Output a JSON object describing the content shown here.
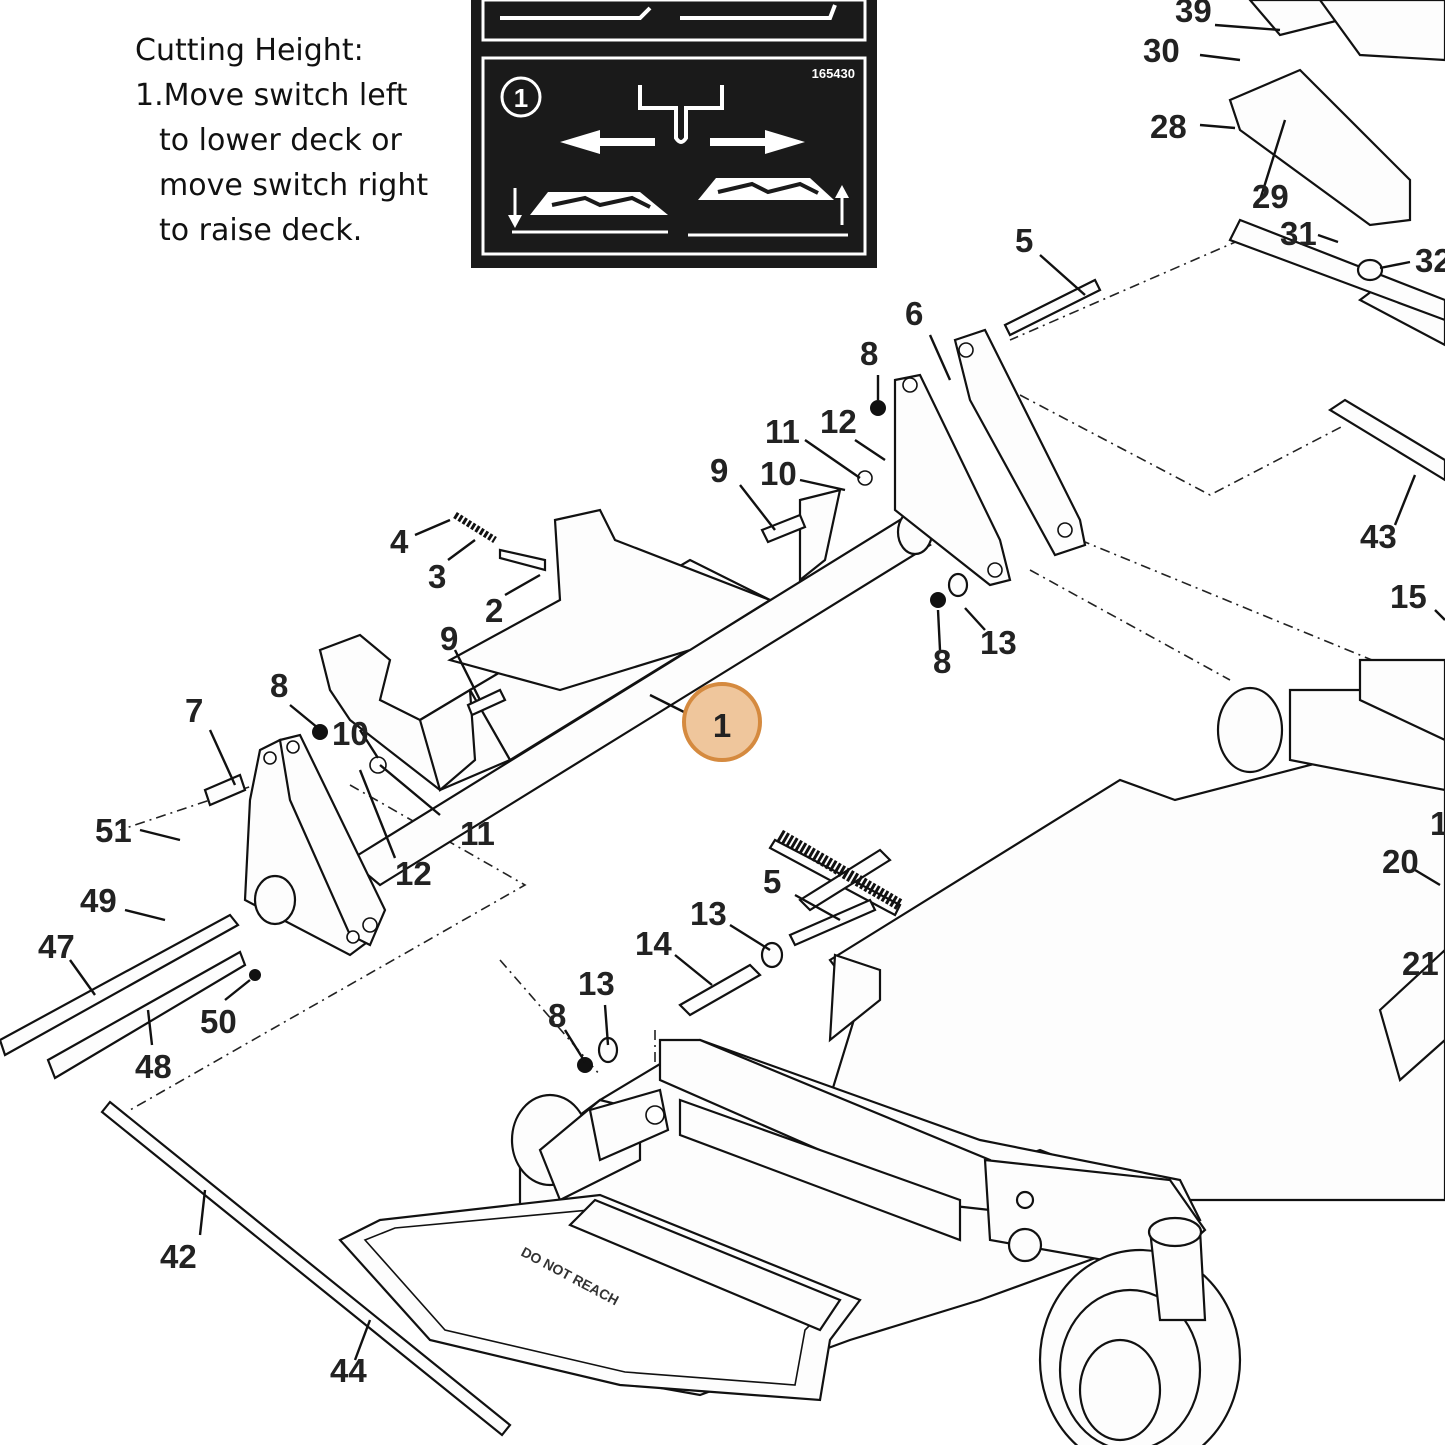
{
  "instructions": {
    "title": "Cutting Height:",
    "step_number": "1.",
    "lines": [
      "Move switch left",
      "to lower deck or",
      "move switch right",
      "to raise deck."
    ]
  },
  "decal": {
    "code": "165430",
    "step_badge": "1"
  },
  "deck_warning": "DO NOT REACH",
  "highlight": {
    "label": "1",
    "color": "#e8a060"
  },
  "callouts": [
    "39",
    "30",
    "28",
    "29",
    "31",
    "32",
    "5",
    "6",
    "8",
    "11",
    "12",
    "9",
    "10",
    "4",
    "3",
    "2",
    "43",
    "15",
    "13",
    "8",
    "9",
    "8",
    "10",
    "7",
    "1",
    "51",
    "11",
    "12",
    "49",
    "47",
    "50",
    "48",
    "5",
    "13",
    "14",
    "13",
    "8",
    "20",
    "21",
    "42",
    "44",
    "1"
  ]
}
